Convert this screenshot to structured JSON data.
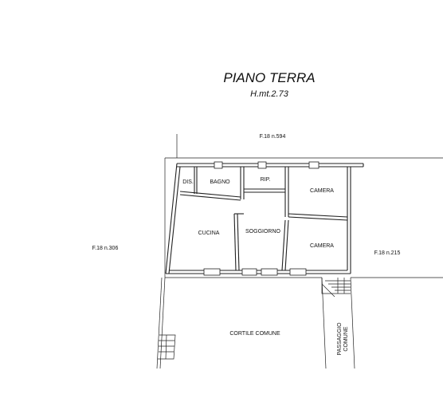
{
  "header": {
    "title": "PIANO TERRA",
    "height_label": "H.mt.2.73"
  },
  "parcels": {
    "north": "F.18 n.594",
    "west": "F.18 n.306",
    "east": "F.18 n.215"
  },
  "rooms": {
    "dis": "DIS.",
    "bagno": "BAGNO",
    "rip": "RIP.",
    "camera_1": "CAMERA",
    "cucina": "CUCINA",
    "soggiorno": "SOGGIORNO",
    "camera_2": "CAMERA"
  },
  "outdoor": {
    "cortile": "CORTILE COMUNE",
    "passaggio_line1": "PASSAGGIO",
    "passaggio_line2": "COMUNE"
  }
}
